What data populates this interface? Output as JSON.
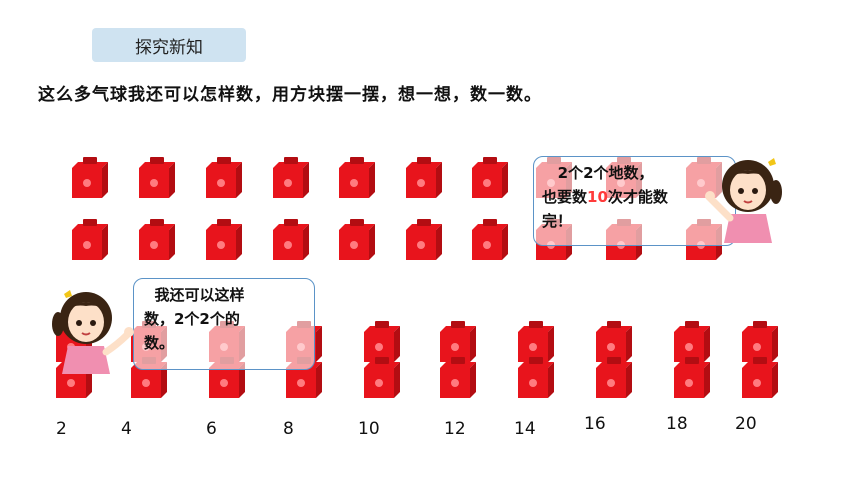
{
  "header": {
    "tag_label": "探究新知"
  },
  "question": "这么多气球我还可以怎样数，用方块摆一摆，想一想，数一数。",
  "bubble_top": {
    "line1": "2个2个地数，",
    "line2_a": "也要数",
    "line2_num": "10",
    "line2_b": "次才能数",
    "line3": "完！"
  },
  "bubble_bottom": {
    "line1": "我还可以这样",
    "line2": "数，2个2个的",
    "line3": "数。"
  },
  "numbers": [
    "2",
    "4",
    "6",
    "8",
    "10",
    "12",
    "14",
    "16",
    "18",
    "20"
  ],
  "colors": {
    "cube": "#e8141c",
    "cube_dark": "#b30d12",
    "tag_bg": "#cfe3f1",
    "highlight": "#ff3b3b"
  }
}
